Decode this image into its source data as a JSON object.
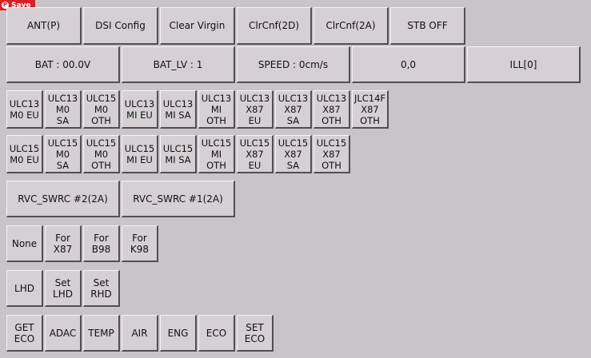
{
  "save_badge": {
    "label": "Save",
    "icon": "pinterest-icon"
  },
  "rows": [
    {
      "id": "row1",
      "buttons": [
        {
          "name": "ant-p-button",
          "label": "ANT(P)"
        },
        {
          "name": "dsi-config-button",
          "label": "DSI Config"
        },
        {
          "name": "clear-virgin-button",
          "label": "Clear Virgin"
        },
        {
          "name": "clrcnf-2d-button",
          "label": "ClrCnf(2D)"
        },
        {
          "name": "clrcnf-2a-button",
          "label": "ClrCnf(2A)"
        },
        {
          "name": "stb-off-button",
          "label": "STB OFF"
        }
      ]
    },
    {
      "id": "row2",
      "buttons": [
        {
          "name": "bat-voltage-readout",
          "label": "BAT : 00.0V"
        },
        {
          "name": "bat-level-readout",
          "label": "BAT_LV : 1"
        },
        {
          "name": "speed-readout",
          "label": "SPEED : 0cm/s"
        },
        {
          "name": "coordinate-readout",
          "label": "0,0"
        },
        {
          "name": "ill-readout",
          "label": "ILL[0]"
        }
      ]
    },
    {
      "id": "row3",
      "buttons": [
        {
          "name": "ulc13-m0-eu-button",
          "label": "ULC13\nM0 EU"
        },
        {
          "name": "ulc13-m0-sa-button",
          "label": "ULC13\nM0\nSA"
        },
        {
          "name": "ulc13-m0-oth-button",
          "label": "ULC15\nM0\nOTH"
        },
        {
          "name": "ulc13-mi-eu-button",
          "label": "ULC13\nMI EU"
        },
        {
          "name": "ulc13-mi-sa-button",
          "label": "ULC13\nMI SA"
        },
        {
          "name": "ulc13-mi-oth-button",
          "label": "ULC13\nMI\nOTH"
        },
        {
          "name": "ulc13-x87-eu-button",
          "label": "ULC13\nX87\nEU"
        },
        {
          "name": "ulc13-x87-sa-button",
          "label": "ULC13\nX87\nSA"
        },
        {
          "name": "ulc13-x87-oth-button",
          "label": "ULC13\nX87\nOTH"
        },
        {
          "name": "ulc14-x87-oth-button",
          "label": "JLC14F\nX87\nOTH"
        }
      ]
    },
    {
      "id": "row4",
      "buttons": [
        {
          "name": "ulc15-m0-eu-button",
          "label": "ULC15\nM0 EU"
        },
        {
          "name": "ulc15-m0-sa-button",
          "label": "ULC15\nM0\nSA"
        },
        {
          "name": "ulc15-m0-oth-button",
          "label": "ULC15\nM0\nOTH"
        },
        {
          "name": "ulc15-mi-eu-button",
          "label": "ULC15\nMI EU"
        },
        {
          "name": "ulc15-mi-sa-button",
          "label": "ULC15\nMI SA"
        },
        {
          "name": "ulc15-mi-oth-button",
          "label": "ULC15\nMI\nOTH"
        },
        {
          "name": "ulc15-x87-eu-button",
          "label": "ULC15\nX87\nEU"
        },
        {
          "name": "ulc15-x87-sa-button",
          "label": "ULC15\nX87\nSA"
        },
        {
          "name": "ulc15-x87-oth-button",
          "label": "ULC15\nX87\nOTH"
        }
      ]
    },
    {
      "id": "row5",
      "buttons": [
        {
          "name": "rvc-swrc-2-button",
          "label": "RVC_SWRC #2(2A)"
        },
        {
          "name": "rvc-swrc-1-button",
          "label": "RVC_SWRC #1(2A)"
        }
      ]
    },
    {
      "id": "row6",
      "buttons": [
        {
          "name": "none-button",
          "label": "None"
        },
        {
          "name": "for-x87-button",
          "label": "For\nX87"
        },
        {
          "name": "for-b98-button",
          "label": "For\nB98"
        },
        {
          "name": "for-k98-button",
          "label": "For\nK98"
        }
      ]
    },
    {
      "id": "row7",
      "buttons": [
        {
          "name": "lhd-button",
          "label": "LHD"
        },
        {
          "name": "set-lhd-button",
          "label": "Set\nLHD"
        },
        {
          "name": "set-rhd-button",
          "label": "Set\nRHD"
        }
      ]
    },
    {
      "id": "row8",
      "buttons": [
        {
          "name": "get-eco-button",
          "label": "GET\nECO"
        },
        {
          "name": "adac-button",
          "label": "ADAC"
        },
        {
          "name": "temp-button",
          "label": "TEMP"
        },
        {
          "name": "air-button",
          "label": "AIR"
        },
        {
          "name": "eng-button",
          "label": "ENG"
        },
        {
          "name": "eco-button",
          "label": "ECO"
        },
        {
          "name": "set-eco-button",
          "label": "SET\nECO"
        }
      ]
    }
  ]
}
